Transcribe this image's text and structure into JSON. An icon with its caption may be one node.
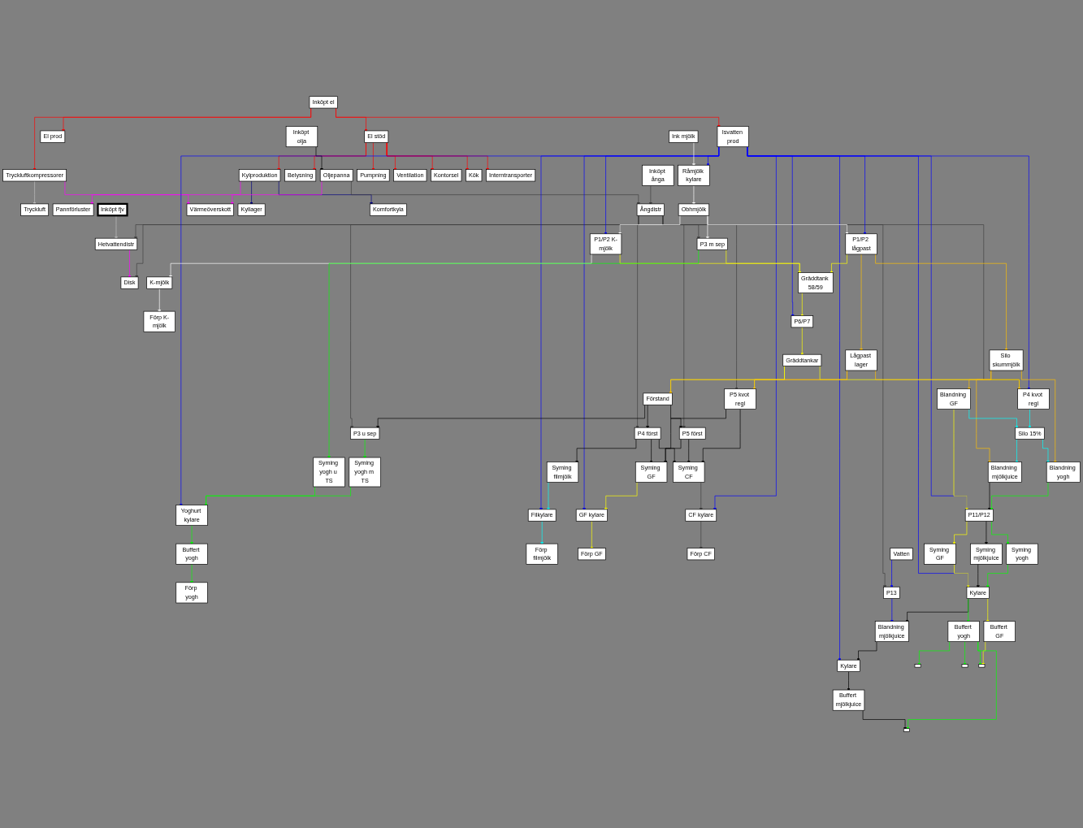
{
  "diagram": {
    "nodes": [
      {
        "text": [
          "Inköpt el"
        ]
      },
      {
        "text": [
          "Tryckluftkompressorer"
        ]
      },
      {
        "text": [
          "Tryckluft"
        ]
      },
      {
        "text": [
          "Isvatten prod"
        ]
      },
      {
        "text": [
          "El prod"
        ]
      },
      {
        "text": [
          "Inköpt olja"
        ]
      },
      {
        "text": [
          "Oljepanna"
        ]
      },
      {
        "text": [
          "Pannförluster"
        ]
      },
      {
        "text": [
          "Inköpt ånga"
        ]
      },
      {
        "text": [
          "Ångdistr"
        ]
      },
      {
        "text": [
          "Inköpt fjv"
        ]
      },
      {
        "text": [
          "Hetvattendistr"
        ]
      },
      {
        "text": [
          "El stöd"
        ]
      },
      {
        "text": [
          "Värmeöverskott"
        ]
      },
      {
        "text": [
          "Disk"
        ]
      },
      {
        "text": [
          "Belysning"
        ]
      },
      {
        "text": [
          "Kylproduktion"
        ]
      },
      {
        "text": [
          "Pumpning"
        ]
      },
      {
        "text": [
          "Ventilation"
        ]
      },
      {
        "text": [
          "Kontorsel"
        ]
      },
      {
        "text": [
          "Kök"
        ]
      },
      {
        "text": [
          "Kyllager"
        ]
      },
      {
        "text": [
          "Komfortkyla"
        ]
      },
      {
        "text": [
          "Interntransporter"
        ]
      },
      {
        "text": [
          "Ink mjölk"
        ]
      },
      {
        "text": [
          "Råmjölk kylare"
        ]
      },
      {
        "text": [
          "Obhmjölk"
        ]
      },
      {
        "text": [
          "P1/P2 lågpast"
        ]
      },
      {
        "text": [
          "Gräddtank 58/59"
        ]
      },
      {
        "text": [
          "P1/P2 K-mjölk"
        ]
      },
      {
        "text": [
          "K-mjölk"
        ]
      },
      {
        "text": [
          "Förp K-mjölk"
        ]
      },
      {
        "text": [
          "Lågpast lager"
        ]
      },
      {
        "text": [
          "Förstand"
        ]
      },
      {
        "text": [
          "Gräddtankar"
        ]
      },
      {
        "text": [
          "P6/P7"
        ]
      },
      {
        "text": [
          "P3 m sep"
        ]
      },
      {
        "text": [
          "P3 u sep"
        ]
      },
      {
        "text": [
          "P4 först"
        ]
      },
      {
        "text": [
          "P4 kvot regl"
        ]
      },
      {
        "text": [
          "P5 först"
        ]
      },
      {
        "text": [
          "P5 kvot regl"
        ]
      },
      {
        "text": [
          "Syming yogh u TS"
        ]
      },
      {
        "text": [
          "Syming yogh m TS"
        ]
      },
      {
        "text": [
          "Syming filmjölk"
        ]
      },
      {
        "text": [
          "Syming GF"
        ]
      },
      {
        "text": [
          "Syming CF"
        ]
      },
      {
        "text": [
          "Yoghurt kylare"
        ]
      },
      {
        "text": [
          "Filkylare"
        ]
      },
      {
        "text": [
          "GF kylare"
        ]
      },
      {
        "text": [
          "CF kylare"
        ]
      },
      {
        "text": [
          "Förp yogh"
        ]
      },
      {
        "text": [
          "Buffert yogh"
        ]
      },
      {
        "text": [
          "Förp filmjölk"
        ]
      },
      {
        "text": [
          "Förp GF"
        ]
      },
      {
        "text": [
          "Förp CF"
        ]
      },
      {
        "text": [
          "Silo skummjölk"
        ]
      },
      {
        "text": [
          "Silo 15%"
        ]
      },
      {
        "text": [
          "Blandning yogh"
        ]
      },
      {
        "text": [
          "Blandning GF"
        ]
      },
      {
        "text": [
          "Blandning mjölkjuice"
        ]
      },
      {
        "text": [
          "P11/P12"
        ]
      },
      {
        "text": [
          "Vatten"
        ]
      },
      {
        "text": [
          "Syming yogh"
        ]
      },
      {
        "text": [
          "Syming GF"
        ]
      },
      {
        "text": [
          "Syming mjölkjuice"
        ]
      },
      {
        "text": [
          "P13"
        ]
      },
      {
        "text": [
          "Kylare"
        ]
      },
      {
        "text": [
          "Blandning mjölkjuice"
        ]
      },
      {
        "text": [
          "Kylare"
        ]
      },
      {
        "text": [
          "Buffert yogh"
        ]
      },
      {
        "text": [
          "Buffert GF"
        ]
      },
      {
        "text": [
          "Buffert mjölkjuice"
        ]
      },
      {
        "text": [],
        "shape": "box"
      },
      {
        "text": [],
        "shape": "box"
      },
      {
        "text": [],
        "shape": "box"
      },
      {
        "text": [],
        "shape": "box"
      }
    ],
    "edges": [
      {
        "from": 0,
        "to": 1,
        "arrow": "to",
        "color": "#ff0000"
      },
      {
        "from": 0,
        "to": 3,
        "arrow": "to",
        "color": "#ff0000"
      },
      {
        "from": 0,
        "to": 4,
        "arrow": "to",
        "color": "#ff0000"
      },
      {
        "from": 0,
        "to": 12,
        "arrow": "to",
        "color": "#ff0000"
      },
      {
        "from": 12,
        "to": 15,
        "arrow": "to",
        "color": "#ff0000"
      },
      {
        "from": 12,
        "to": 16,
        "arrow": "to",
        "color": "#ff0000"
      },
      {
        "from": 12,
        "to": 17,
        "arrow": "to",
        "color": "#ff0000"
      },
      {
        "from": 12,
        "to": 18,
        "arrow": "to",
        "color": "#ff0000"
      },
      {
        "from": 12,
        "to": 19,
        "arrow": "to",
        "color": "#ff0000"
      },
      {
        "from": 12,
        "to": 20,
        "arrow": "to",
        "color": "#ff0000"
      },
      {
        "from": 12,
        "to": 23,
        "arrow": "to",
        "color": "#ff0000"
      },
      {
        "from": 16,
        "to": 21,
        "arrow": "to",
        "color": "#000080"
      },
      {
        "from": 16,
        "to": 22,
        "arrow": "to",
        "color": "#000080"
      },
      {
        "from": 1,
        "to": 2,
        "arrow": "to",
        "color": "#c0c0c0"
      },
      {
        "from": 10,
        "to": 11,
        "arrow": "to",
        "color": "#c0c0c0"
      },
      {
        "from": 5,
        "to": 6,
        "arrow": "to"
      },
      {
        "from": 6,
        "to": 7,
        "arrow": "to",
        "color": "#ff00ff"
      },
      {
        "from": 1,
        "to": 13,
        "arrow": "to",
        "color": "#ff00ff"
      },
      {
        "from": 16,
        "to": 13,
        "arrow": "to",
        "color": "#ff00ff"
      },
      {
        "from": 11,
        "to": 14,
        "arrow": "to",
        "color": "#ff00ff"
      },
      {
        "from": 6,
        "to": 9,
        "arrow": "to",
        "color": "#404040"
      },
      {
        "from": 8,
        "to": 9,
        "arrow": "to",
        "color": "#404040"
      },
      {
        "from": 9,
        "to": 11,
        "arrow": "to",
        "color": "#404040"
      },
      {
        "from": 9,
        "to": 14,
        "arrow": "to",
        "color": "#404040"
      },
      {
        "from": 9,
        "to": 27,
        "arrow": "to",
        "color": "#404040"
      },
      {
        "from": 9,
        "to": 29,
        "arrow": "to",
        "color": "#404040"
      },
      {
        "from": 9,
        "to": 36,
        "arrow": "to",
        "color": "#404040"
      },
      {
        "from": 9,
        "to": 37,
        "arrow": "to",
        "color": "#404040"
      },
      {
        "from": 9,
        "to": 38,
        "arrow": "to",
        "color": "#404040"
      },
      {
        "from": 9,
        "to": 39,
        "arrow": "to",
        "color": "#404040"
      },
      {
        "from": 9,
        "to": 40,
        "arrow": "to",
        "color": "#404040"
      },
      {
        "from": 9,
        "to": 41,
        "arrow": "to",
        "color": "#404040"
      },
      {
        "from": 9,
        "to": 66,
        "arrow": "to",
        "color": "#404040"
      },
      {
        "from": 46,
        "to": 50,
        "arrow": "to",
        "color": "#404040"
      },
      {
        "from": 50,
        "to": 55,
        "arrow": "to",
        "color": "#404040"
      },
      {
        "from": 3,
        "to": 25,
        "arrow": "to",
        "color": "#0000ff"
      },
      {
        "from": 3,
        "to": 61,
        "arrow": "to",
        "color": "#0000ff"
      },
      {
        "from": 3,
        "to": 27,
        "arrow": "to",
        "color": "#0000ff"
      },
      {
        "from": 3,
        "to": 35,
        "arrow": "to",
        "color": "#0000ff"
      },
      {
        "from": 3,
        "to": 29,
        "arrow": "to",
        "color": "#0000ff"
      },
      {
        "from": 3,
        "to": 39,
        "arrow": "to",
        "color": "#0000ff"
      },
      {
        "from": 3,
        "to": 67,
        "arrow": "to",
        "color": "#0000ff"
      },
      {
        "from": 3,
        "to": 69,
        "arrow": "to",
        "color": "#0000ff"
      },
      {
        "from": 3,
        "to": 47,
        "arrow": "to",
        "color": "#0000ff"
      },
      {
        "from": 3,
        "to": 48,
        "arrow": "to",
        "color": "#0000ff"
      },
      {
        "from": 3,
        "to": 49,
        "arrow": "to",
        "color": "#0000ff"
      },
      {
        "from": 3,
        "to": 50,
        "arrow": "to",
        "color": "#0000ff"
      },
      {
        "from": 62,
        "to": 66,
        "arrow": "to",
        "color": "#0000ff"
      },
      {
        "from": 66,
        "to": 68,
        "arrow": "to",
        "color": "#0000ff"
      },
      {
        "from": 24,
        "to": 25,
        "arrow": "to",
        "color": "#ffffff"
      },
      {
        "from": 25,
        "to": 26,
        "arrow": "to",
        "color": "#ffffff"
      },
      {
        "from": 26,
        "to": 27,
        "arrow": "to",
        "color": "#ffffff"
      },
      {
        "from": 26,
        "to": 29,
        "arrow": "to",
        "color": "#ffffff"
      },
      {
        "from": 26,
        "to": 36,
        "arrow": "to",
        "color": "#ffffff"
      },
      {
        "from": 29,
        "to": 30,
        "arrow": "to",
        "color": "#ffffff"
      },
      {
        "from": 30,
        "to": 31,
        "arrow": "to",
        "color": "#ffffff"
      },
      {
        "from": 27,
        "to": 28,
        "arrow": "to",
        "color": "#ffff00"
      },
      {
        "from": 28,
        "to": 35,
        "arrow": "to",
        "color": "#ffff00"
      },
      {
        "from": 35,
        "to": 34,
        "arrow": "to",
        "color": "#ffff00"
      },
      {
        "from": 34,
        "to": 33,
        "arrow": "to",
        "color": "#ffff00"
      },
      {
        "from": 29,
        "to": 28,
        "arrow": "to",
        "color": "#ffff00"
      },
      {
        "from": 36,
        "to": 28,
        "arrow": "to",
        "color": "#ffff00"
      },
      {
        "from": 34,
        "to": 39,
        "arrow": "to",
        "color": "#ffff00"
      },
      {
        "from": 34,
        "to": 41,
        "arrow": "to",
        "color": "#ffff00"
      },
      {
        "from": 45,
        "to": 49,
        "arrow": "to",
        "color": "#ffff00"
      },
      {
        "from": 49,
        "to": 54,
        "arrow": "to",
        "color": "#ffff00"
      },
      {
        "from": 59,
        "to": 61,
        "arrow": "to",
        "color": "#ffff00"
      },
      {
        "from": 61,
        "to": 64,
        "arrow": "to",
        "color": "#ffff00"
      },
      {
        "from": 64,
        "to": 67,
        "arrow": "to",
        "color": "#ffff00"
      },
      {
        "from": 67,
        "to": 71,
        "arrow": "to",
        "color": "#ffff00"
      },
      {
        "from": 71,
        "to": 75,
        "arrow": "to",
        "color": "#ffff00"
      },
      {
        "from": 27,
        "to": 32,
        "arrow": "to",
        "color": "#ffc000"
      },
      {
        "from": 32,
        "to": 33,
        "arrow": "to",
        "color": "#ffc000"
      },
      {
        "from": 27,
        "to": 56,
        "arrow": "to",
        "color": "#ffc000"
      },
      {
        "from": 32,
        "to": 39,
        "arrow": "to",
        "color": "#ffc000"
      },
      {
        "from": 32,
        "to": 41,
        "arrow": "to",
        "color": "#ffc000"
      },
      {
        "from": 56,
        "to": 58,
        "arrow": "to",
        "color": "#ffc000"
      },
      {
        "from": 56,
        "to": 59,
        "arrow": "to",
        "color": "#ffc000"
      },
      {
        "from": 56,
        "to": 60,
        "arrow": "to",
        "color": "#ffc000"
      },
      {
        "from": 57,
        "to": 58,
        "arrow": "to",
        "color": "#00ffff"
      },
      {
        "from": 57,
        "to": 60,
        "arrow": "to",
        "color": "#00ffff"
      },
      {
        "from": 59,
        "to": 57,
        "arrow": "to",
        "color": "#00ffff"
      },
      {
        "from": 39,
        "to": 57,
        "arrow": "to",
        "color": "#00ffff"
      },
      {
        "from": 44,
        "to": 48,
        "arrow": "to",
        "color": "#00ffff"
      },
      {
        "from": 48,
        "to": 53,
        "arrow": "to",
        "color": "#00ffff"
      },
      {
        "from": 33,
        "to": 37,
        "arrow": "to"
      },
      {
        "from": 33,
        "to": 38,
        "arrow": "to"
      },
      {
        "from": 33,
        "to": 40,
        "arrow": "to"
      },
      {
        "from": 38,
        "to": 44,
        "arrow": "to"
      },
      {
        "from": 38,
        "to": 45,
        "arrow": "to"
      },
      {
        "from": 38,
        "to": 46,
        "arrow": "to"
      },
      {
        "from": 40,
        "to": 45,
        "arrow": "to"
      },
      {
        "from": 40,
        "to": 46,
        "arrow": "to"
      },
      {
        "from": 41,
        "to": 45,
        "arrow": "to"
      },
      {
        "from": 41,
        "to": 46,
        "arrow": "to"
      },
      {
        "from": 60,
        "to": 61,
        "arrow": "to"
      },
      {
        "from": 61,
        "to": 65,
        "arrow": "to"
      },
      {
        "from": 65,
        "to": 67,
        "arrow": "to"
      },
      {
        "from": 67,
        "to": 68,
        "arrow": "to"
      },
      {
        "from": 68,
        "to": 69,
        "arrow": "to"
      },
      {
        "from": 69,
        "to": 72,
        "arrow": "to"
      },
      {
        "from": 72,
        "to": 76,
        "arrow": "to"
      },
      {
        "from": 58,
        "to": 61,
        "arrow": "to",
        "color": "#00ff00"
      },
      {
        "from": 61,
        "to": 63,
        "arrow": "to",
        "color": "#00ff00"
      },
      {
        "from": 63,
        "to": 67,
        "arrow": "to",
        "color": "#00ff00"
      },
      {
        "from": 67,
        "to": 70,
        "arrow": "to",
        "color": "#00ff00"
      },
      {
        "from": 70,
        "to": 73,
        "arrow": "to",
        "color": "#00ff00"
      },
      {
        "from": 70,
        "to": 74,
        "arrow": "to",
        "color": "#00ff00"
      },
      {
        "from": 70,
        "to": 75,
        "arrow": "to",
        "color": "#00ff00"
      },
      {
        "from": 70,
        "to": 76,
        "arrow": "to",
        "color": "#00ff00"
      },
      {
        "from": 36,
        "to": 42,
        "arrow": "to",
        "color": "#00ff00"
      },
      {
        "from": 37,
        "to": 43,
        "arrow": "to",
        "color": "#00ff00"
      },
      {
        "from": 42,
        "to": 47,
        "arrow": "to",
        "color": "#00ff00"
      },
      {
        "from": 43,
        "to": 47,
        "arrow": "to",
        "color": "#00ff00"
      },
      {
        "from": 47,
        "to": 52,
        "arrow": "to",
        "color": "#00ff00"
      },
      {
        "from": 52,
        "to": 51,
        "arrow": "to",
        "color": "#00ff00"
      }
    ]
  }
}
